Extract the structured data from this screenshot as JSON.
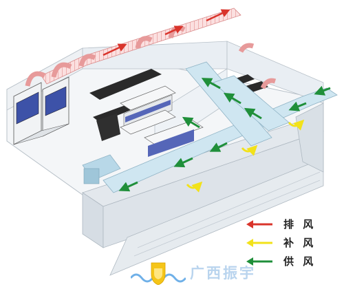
{
  "legend": {
    "exhaust": {
      "label": "排 风",
      "color": "#d9342b"
    },
    "makeup": {
      "label": "补 风",
      "color": "#f2e21a"
    },
    "supply": {
      "label": "供 风",
      "color": "#1f8f3a"
    }
  },
  "brand": {
    "text": "广西振宇"
  },
  "colors": {
    "exhaust_duct": "#f3b8b8",
    "supply_duct": "#cfe6f1",
    "wall": "#eef1f4",
    "floor": "#f4f6f8"
  }
}
